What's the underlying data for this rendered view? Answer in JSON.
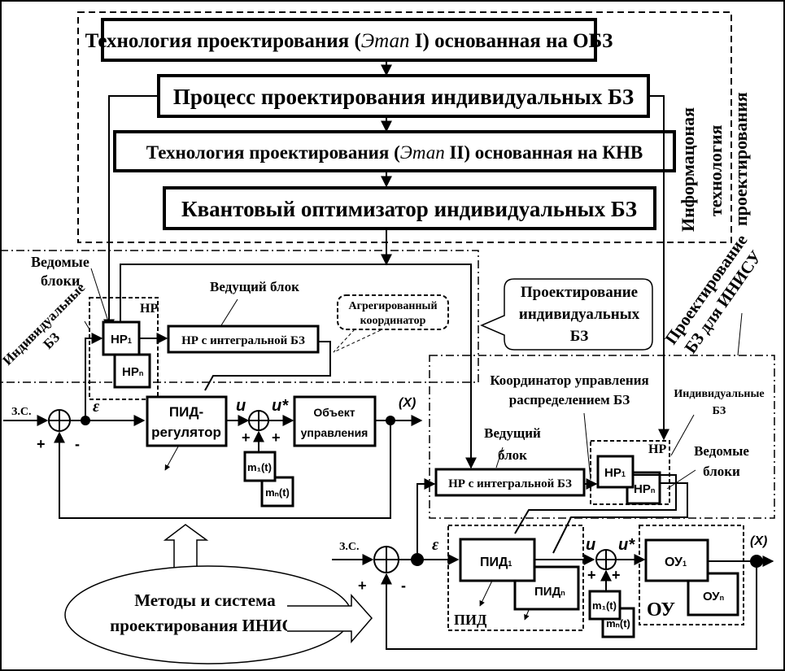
{
  "design_tech": {
    "stage1": {
      "pre": "Технология проектирования (",
      "stage": "Этап",
      "post": " I) основанная на ОБЗ"
    },
    "process": "Процесс проектирования индивидуальных БЗ",
    "stage2": {
      "pre": "Технология проектирования (",
      "stage": "Этап",
      "post": " II) основанная на КНВ"
    },
    "optimizer": "Квантовый оптимизатор индивидуальных БЗ",
    "side_label": [
      "Информацоная",
      "технология",
      "проектирования"
    ]
  },
  "top_system": {
    "slave_blocks_label": [
      "Ведомые",
      "блоки"
    ],
    "individual_kb_label": [
      "Индивидуальные",
      "БЗ"
    ],
    "nr_group": "НР",
    "nr1": "НР",
    "nr1_sub": "1",
    "nrn": "НР",
    "nrn_sub": "n",
    "master_label": "Ведущий блок",
    "master_box": "НР с интегральной БЗ",
    "aggregated_coordinator": [
      "Агрегированный",
      "координатор"
    ],
    "setpoint": "З.С.",
    "plus": "+",
    "minus": "-",
    "epsilon": "ε",
    "pid": [
      "ПИД-",
      "регулятор"
    ],
    "u": "u",
    "u_star": "u*",
    "m1": "m₁(t)",
    "mn": "mₙ(t)",
    "plant": [
      "Объект",
      "управления"
    ],
    "output": "(X)"
  },
  "callout_individual_design": [
    "Проектирование",
    "индивидуальных",
    "БЗ"
  ],
  "diag_label": [
    "Проектирование",
    "БЗ для ИНИСУ"
  ],
  "bottom_system": {
    "coordinator_label": [
      "Координатор управления",
      "распределением БЗ"
    ],
    "individual_kb_label": [
      "Индивидуальные",
      "БЗ"
    ],
    "master_label": [
      "Ведущий",
      "блок"
    ],
    "master_box": "НР с интегральной БЗ",
    "nr_group": "НР",
    "nr1": "НР",
    "nr1_sub": "1",
    "nrn": "НР",
    "nrn_sub": "n",
    "slave_blocks_label": [
      "Ведомые",
      "блоки"
    ],
    "setpoint": "З.С.",
    "plus": "+",
    "minus": "-",
    "epsilon": "ε",
    "pid1": "ПИД",
    "pid1_sub": "1",
    "pidn": "ПИД",
    "pidn_sub": "n",
    "pid_group": "ПИД",
    "u": "u",
    "u_star": "u*",
    "m1": "m₁(t)",
    "mn": "mₙ(t)",
    "ou1": "ОУ",
    "ou1_sub": "1",
    "oun": "ОУ",
    "oun_sub": "n",
    "ou_group": "ОУ",
    "output": "(X)"
  },
  "methods_ellipse": [
    "Методы и система",
    "проектирования ИНИСУ"
  ]
}
